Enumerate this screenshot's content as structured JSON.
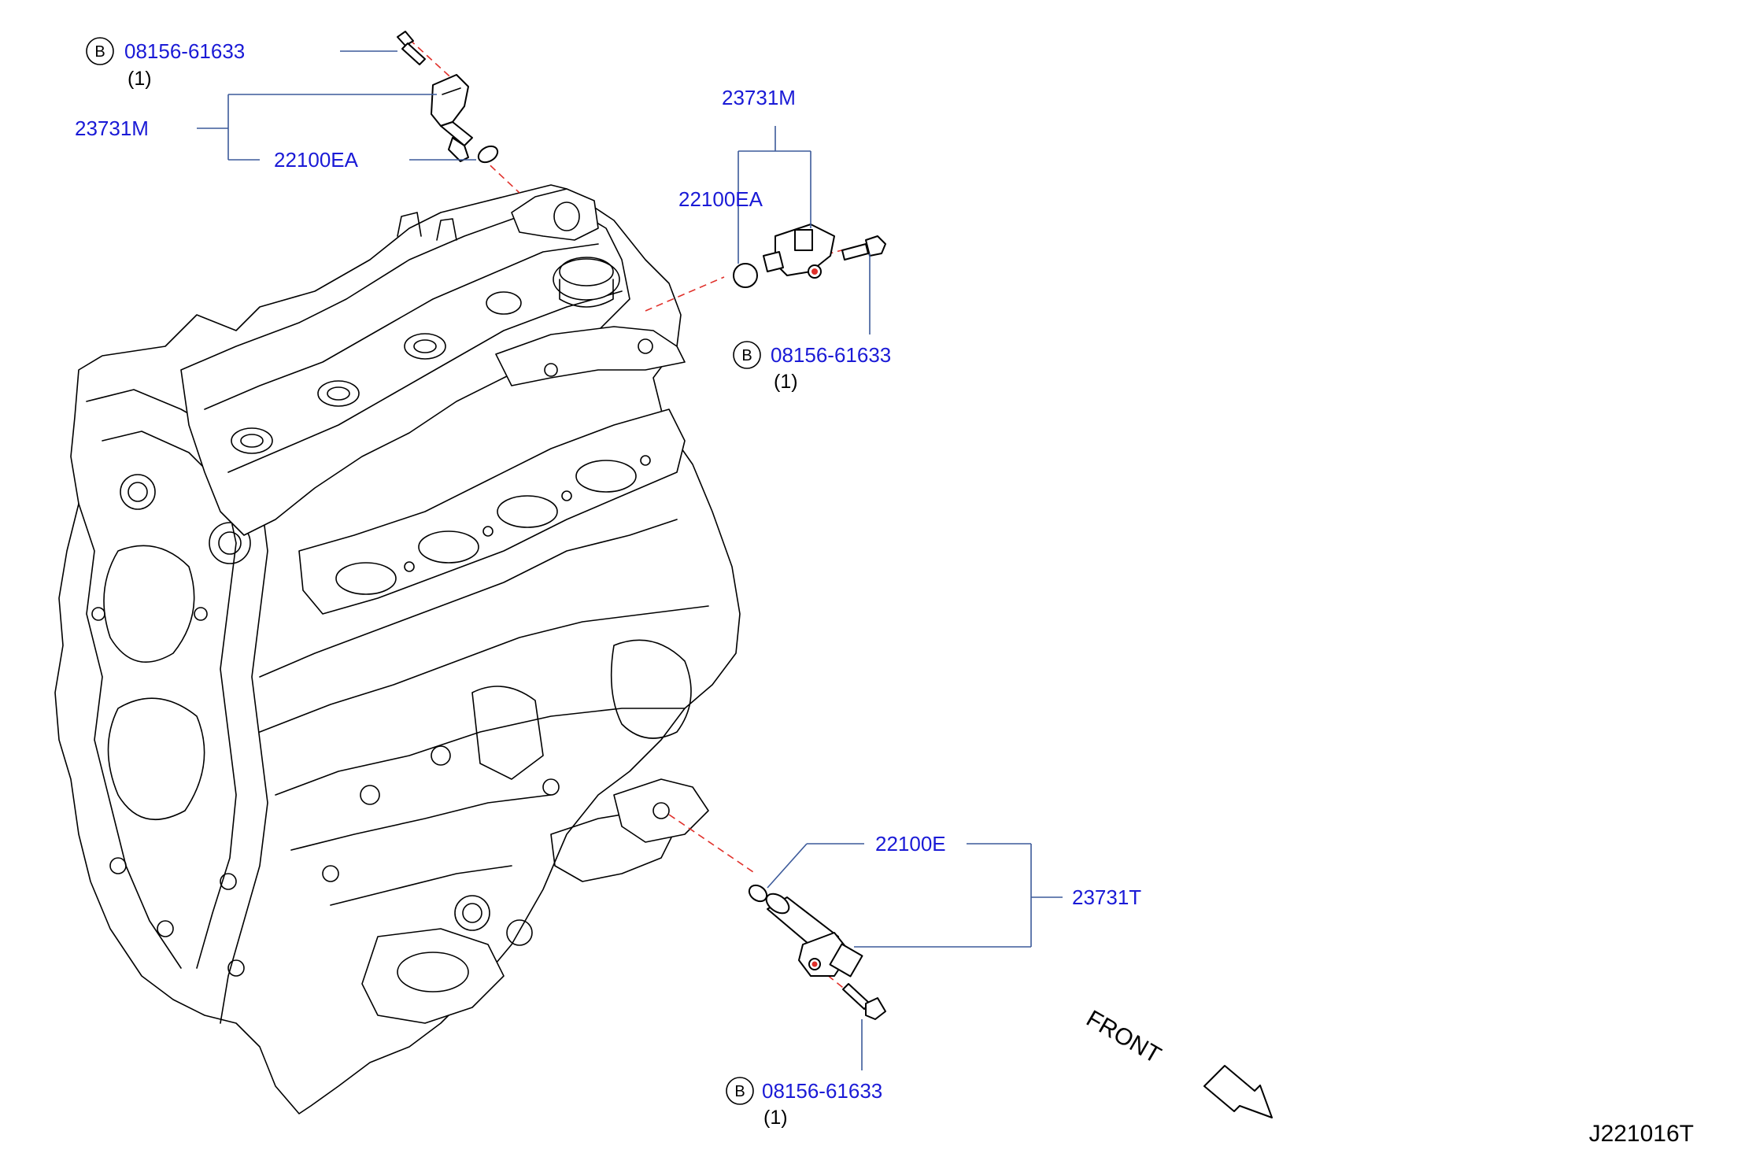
{
  "diagram_id": "J221016T",
  "front_label": "FRONT",
  "callouts": {
    "top_left": {
      "badge": "B",
      "bolt_part": "08156-61633",
      "bolt_qty": "(1)",
      "sensor_assembly": "23731M",
      "o_ring": "22100EA"
    },
    "upper_right": {
      "sensor_assembly": "23731M",
      "o_ring": "22100EA",
      "badge": "B",
      "bolt_part": "08156-61633",
      "bolt_qty": "(1)"
    },
    "lower": {
      "o_ring": "22100E",
      "sensor_assembly": "23731T",
      "badge": "B",
      "bolt_part": "08156-61633",
      "bolt_qty": "(1)"
    }
  },
  "colors": {
    "part_label": "#1a1ad6",
    "leader_line": "#3c5a9a",
    "centerline": "#e0302a",
    "linework": "#000000"
  }
}
